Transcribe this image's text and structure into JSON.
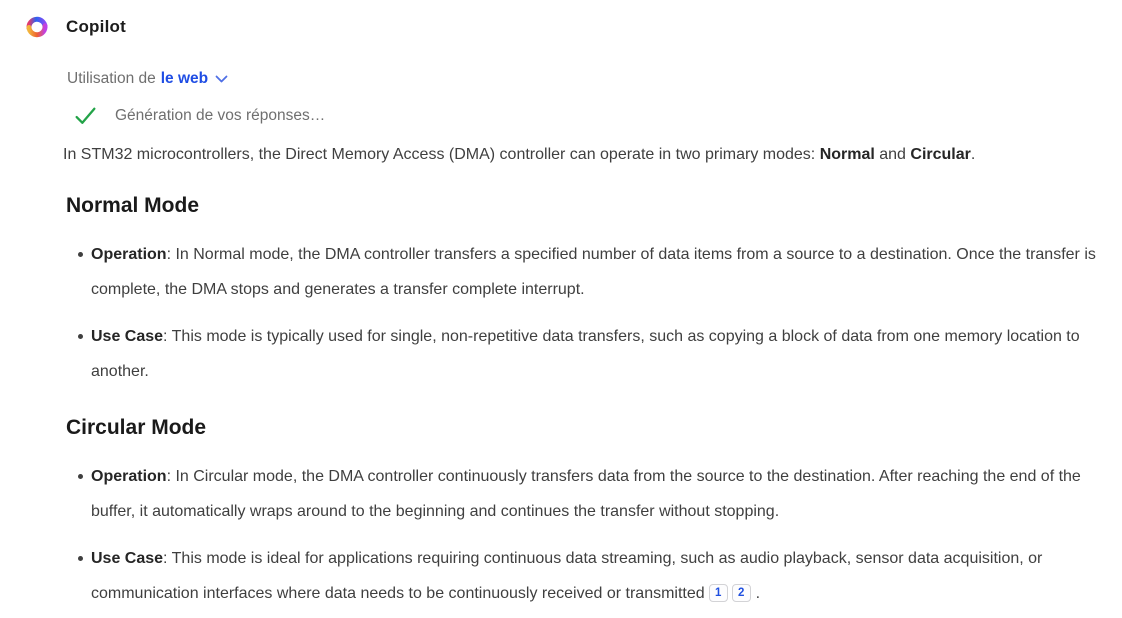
{
  "header": {
    "app_name": "Copilot"
  },
  "status": {
    "using_prefix": "Utilisation de",
    "web_selector_label": "le web",
    "generating_text": "Génération de vos réponses…"
  },
  "icons": {
    "logo": "copilot-logo (multicolor swirl)",
    "web_selector": "chevron-down",
    "generating": "green-checkmark"
  },
  "answer": {
    "intro": {
      "text_before": "In STM32 microcontrollers, the Direct Memory Access (DMA) controller can operate in two primary modes: ",
      "mode_1": "Normal",
      "connector": " and ",
      "mode_2": "Circular",
      "text_after": "."
    },
    "sections": [
      {
        "heading": "Normal Mode",
        "bullets": [
          {
            "label": "Operation",
            "text": ": In Normal mode, the DMA controller transfers a specified number of data items from a source to a destination. Once the transfer is complete, the DMA stops and generates a transfer complete interrupt."
          },
          {
            "label": "Use Case",
            "text": ": This mode is typically used for single, non-repetitive data transfers, such as copying a block of data from one memory location to another."
          }
        ]
      },
      {
        "heading": "Circular Mode",
        "bullets": [
          {
            "label": "Operation",
            "text": ": In Circular mode, the DMA controller continuously transfers data from the source to the destination. After reaching the end of the buffer, it automatically wraps around to the beginning and continues the transfer without stopping."
          },
          {
            "label": "Use Case",
            "text": ": This mode is ideal for applications requiring continuous data streaming, such as audio playback, sensor data acquisition, or communication interfaces where data needs to be continuously received or transmitted",
            "citations": [
              "1",
              "2"
            ],
            "text_after_citations": "."
          }
        ]
      }
    ]
  },
  "colors": {
    "link_blue": "#1f4de4",
    "citation_blue": "#2050e0",
    "check_green": "#23a348",
    "body_text": "#3f3f3f",
    "heading_text": "#1a1a1a",
    "muted_text": "#6f6f6f",
    "background": "#ffffff"
  }
}
